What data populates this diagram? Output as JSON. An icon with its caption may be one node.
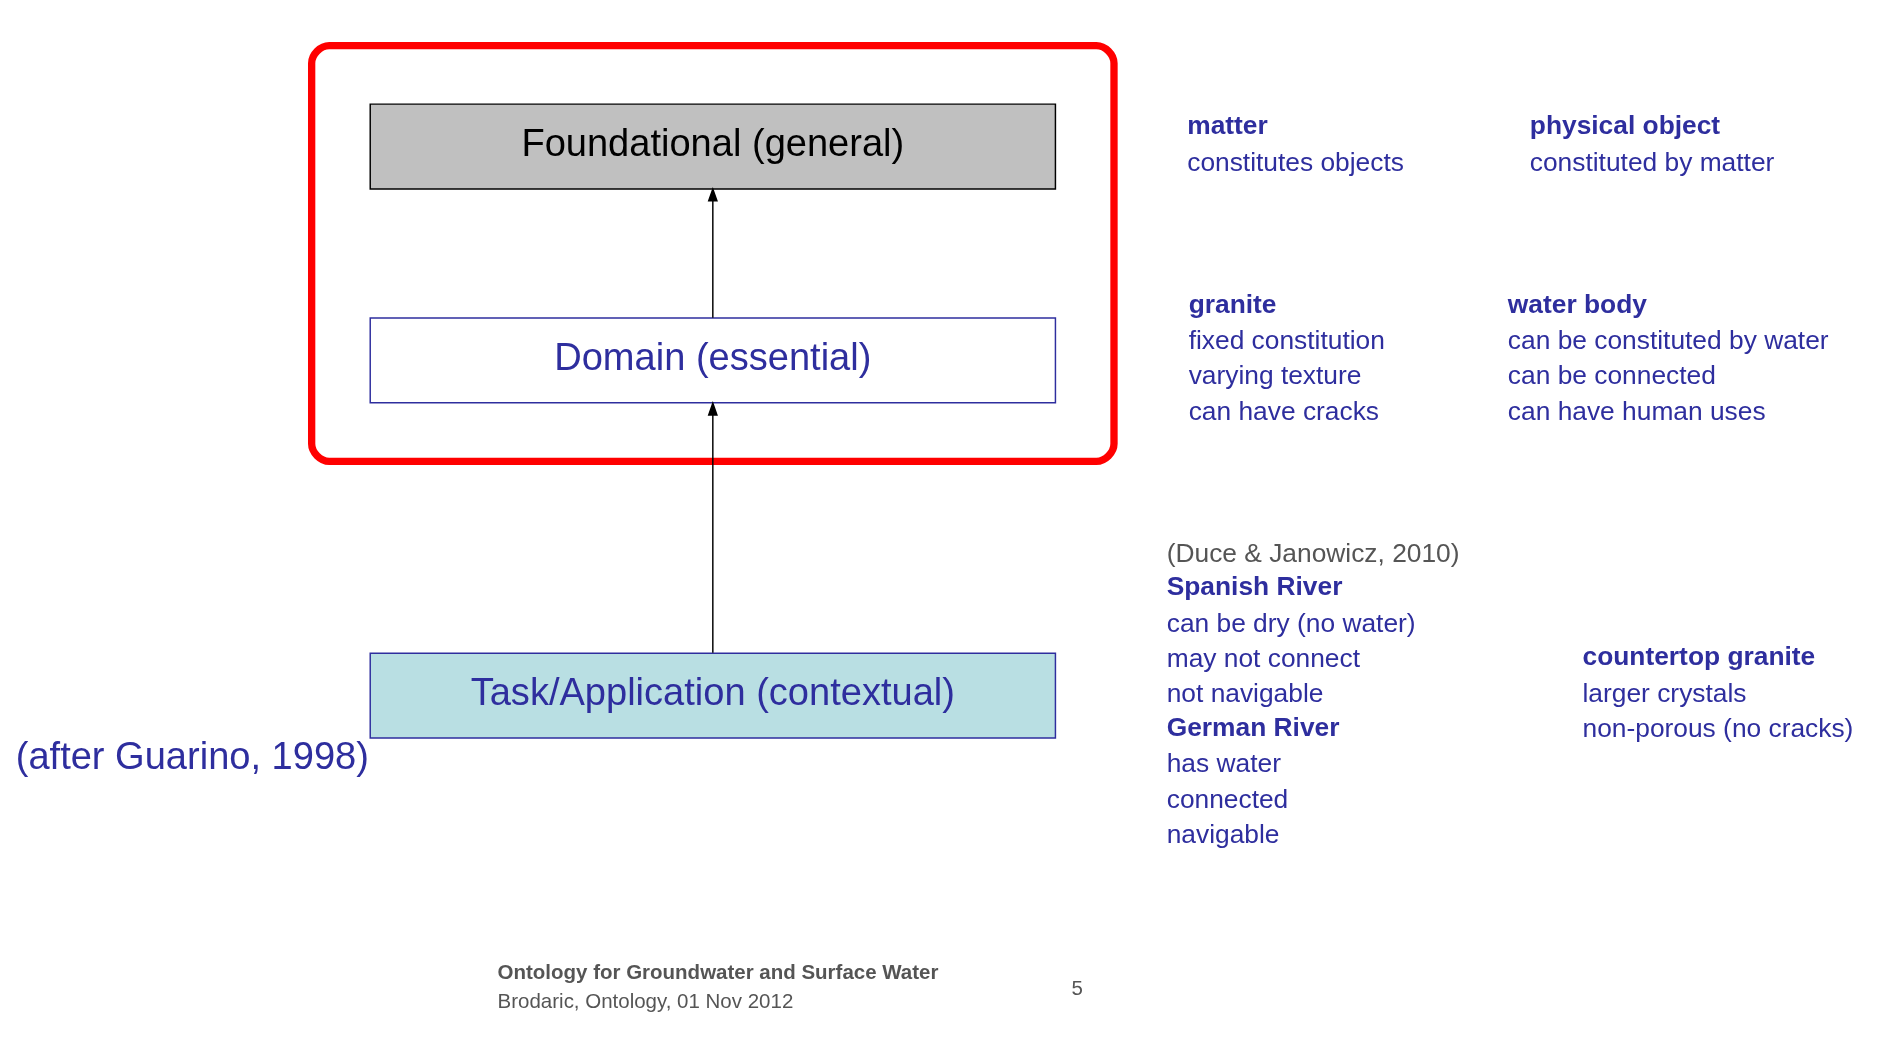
{
  "diagram": {
    "nodes": [
      {
        "text": [],
        "shape": "ellipse"
      },
      {
        "text": [
          "Foundational (general)"
        ],
        "in": 0
      },
      {
        "text": [
          "Domain (essential)"
        ],
        "in": 0
      },
      {
        "text": [
          "Task/Application (contextual)"
        ],
        "beside": [
          "(after Guarino, 1998)"
        ]
      }
    ],
    "edges": [
      {
        "from": 3,
        "to": 2,
        "arrow": "to"
      },
      {
        "from": 2,
        "to": 1,
        "arrow": "to"
      }
    ],
    "labels": [
      "matter",
      "constitutes objects",
      "physical object",
      "constituted by matter",
      "granite",
      "fixed constitution",
      "varying texture",
      "can have cracks",
      "water body",
      "can be constituted by water",
      "can be connected",
      "can have human uses",
      "(Duce & Janowicz, 2010)",
      "countertop granite",
      "larger crystals",
      "non-porous (no cracks)",
      "Spanish River",
      "can be dry (no water)",
      "may not connect",
      "not navigable",
      "German River",
      "has water",
      "connected",
      "navigable",
      "Ontology for Groundwater and Surface Water",
      "Brodaric, Ontology, 01 Nov 2012",
      "5"
    ]
  }
}
